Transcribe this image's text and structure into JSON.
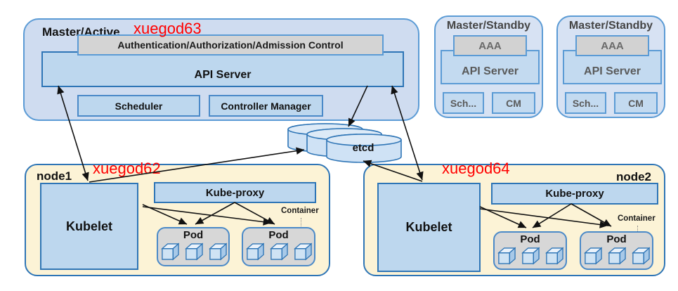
{
  "palette": {
    "panel_blue": "#cfdcf0",
    "standby_blue": "#d7e2f3",
    "component_blue": "#bdd7ee",
    "border_blue_dark": "#2e75b6",
    "border_blue_light": "#5b9bd5",
    "grey_bar": "#d4d4d4",
    "pod_grey": "#d7d7d7",
    "node_cream": "#fcf3d6",
    "hostname_red": "#ff0000",
    "arrow_black": "#111111"
  },
  "master_active": {
    "title": "Master/Active",
    "hostname": "xuegod63",
    "admission_bar": "Authentication/Authorization/Admission Control",
    "api_server": "API Server",
    "scheduler": "Scheduler",
    "controller_manager": "Controller Manager"
  },
  "master_standby": [
    {
      "title": "Master/Standby",
      "aaa": "AAA",
      "api_server": "API Server",
      "scheduler_abbrev": "Sch...",
      "controller_manager_abbrev": "CM"
    },
    {
      "title": "Master/Standby",
      "aaa": "AAA",
      "api_server": "API Server",
      "scheduler_abbrev": "Sch...",
      "controller_manager_abbrev": "CM"
    }
  ],
  "etcd_label": "etcd",
  "nodes": [
    {
      "name": "node1",
      "hostname": "xuegod62",
      "kubelet": "Kubelet",
      "kube_proxy": "Kube-proxy",
      "pods": [
        "Pod",
        "Pod"
      ],
      "container_label": "Container"
    },
    {
      "name": "node2",
      "hostname": "xuegod64",
      "kubelet": "Kubelet",
      "kube_proxy": "Kube-proxy",
      "pods": [
        "Pod",
        "Pod"
      ],
      "container_label": "Container"
    }
  ]
}
